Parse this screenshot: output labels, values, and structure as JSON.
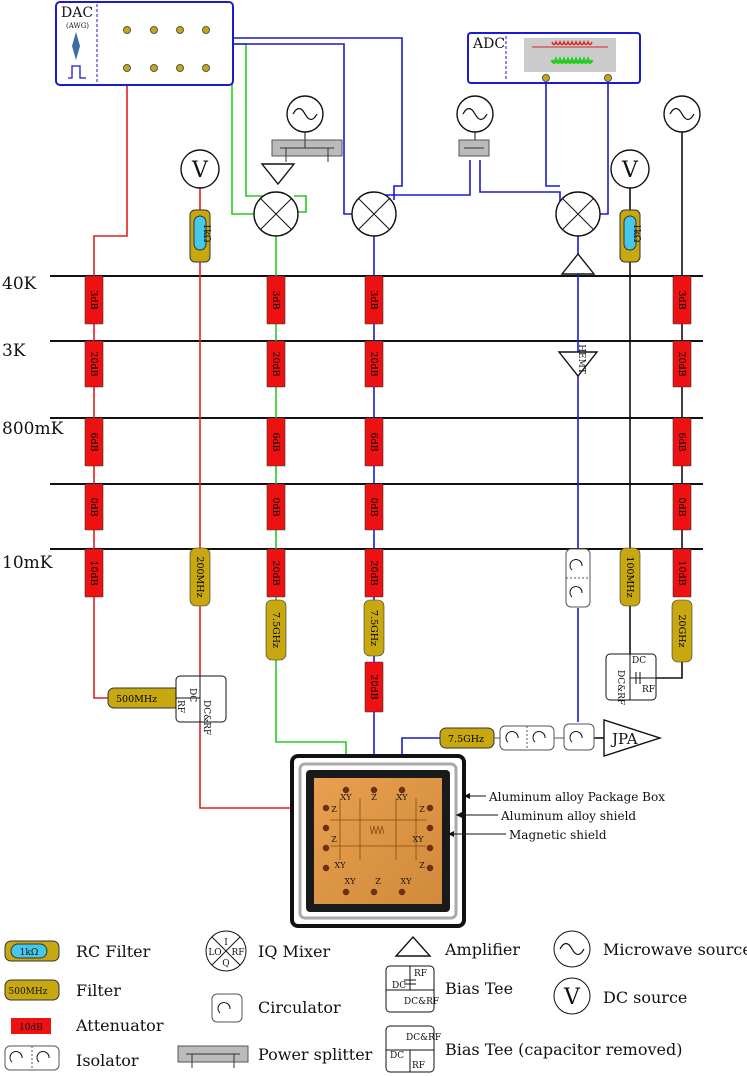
{
  "stages": [
    "40K",
    "3K",
    "800mK",
    "10mK"
  ],
  "instruments": {
    "dac": {
      "label": "DAC",
      "sub": "(AWG)"
    },
    "adc": {
      "label": "ADC"
    },
    "dc_source_symbol": "V",
    "jpa": "JPA",
    "hemt": "HEMT"
  },
  "rc_filter_value": "1kΩ",
  "attenuators": {
    "col1": [
      "3dB",
      "20dB",
      "6dB",
      "0dB",
      "10dB"
    ],
    "col3": [
      "3dB",
      "20dB",
      "6dB",
      "0dB",
      "20dB"
    ],
    "col4": [
      "3dB",
      "20dB",
      "6dB",
      "0dB",
      "20dB",
      "20dB"
    ],
    "col7": [
      "3dB",
      "20dB",
      "6dB",
      "0dB",
      "10dB"
    ]
  },
  "filters": {
    "col2_10mK": "200MHz",
    "col1_bottom": "500MHz",
    "col3_10mK": "7.5GHz",
    "col4_10mK": "7.5GHz",
    "readout_in": "7.5GHz",
    "col6_10mK": "100MHz",
    "col7_10mK": "20GHz"
  },
  "bias_tee": {
    "dc": "DC",
    "rf": "RF",
    "dcrf": "DC&RF"
  },
  "chip_pads": [
    "XY",
    "Z",
    "XY",
    "Z",
    "Z",
    "XY",
    "Z",
    "XY",
    "Z",
    "XY",
    "Z",
    "XY"
  ],
  "shields": [
    "Aluminum alloy Package Box",
    "Aluminum alloy shield",
    "Magnetic shield"
  ],
  "legend": {
    "rc_filter": "RC Filter",
    "filter": "Filter",
    "filter_sample": "500MHz",
    "attenuator": "Attenuator",
    "attenuator_sample": "10dB",
    "isolator": "Isolator",
    "iq_mixer": "IQ Mixer",
    "mixer_ports": [
      "I",
      "LO",
      "RF",
      "Q"
    ],
    "circulator": "Circulator",
    "power_splitter": "Power splitter",
    "amplifier": "Amplifier",
    "bias_tee": "Bias Tee",
    "bias_tee_cap": "Bias Tee (capacitor removed)",
    "microwave_source": "Microwave source",
    "dc_source": "DC source"
  },
  "colors": {
    "red_line": "#e02020",
    "green_line": "#22cc22",
    "blue_line": "#1a1ad0",
    "black_line": "#111111",
    "attenuator": "#ee1111",
    "filter": "#c8a811",
    "rc_body": "#48c8e8"
  }
}
